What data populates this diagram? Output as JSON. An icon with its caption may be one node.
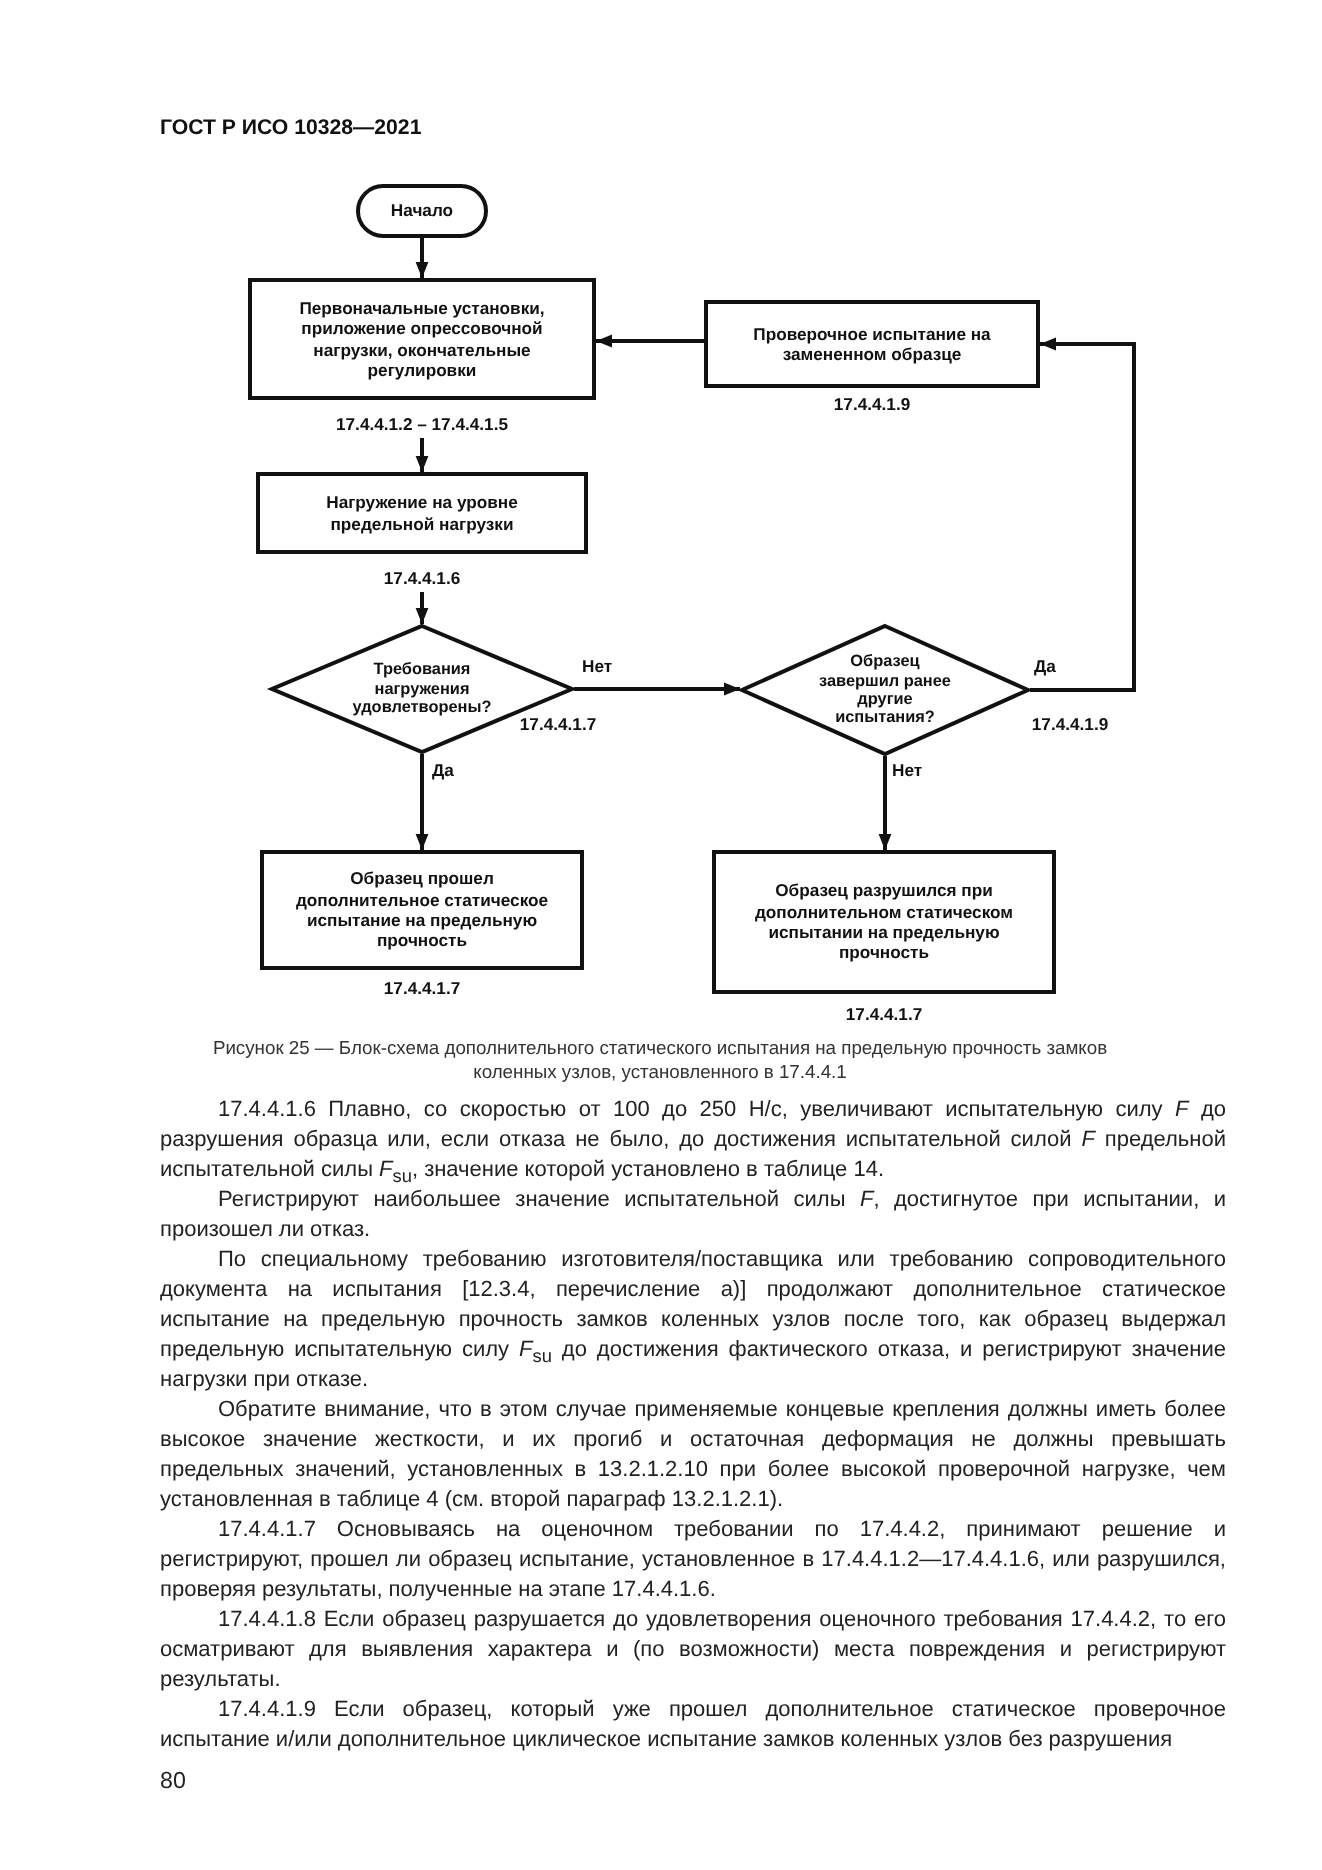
{
  "diagram": {
    "caption": "Рисунок 25 — Блок-схема дополнительного статического испытания на предельную прочность замков коленных узлов, установленного в 17.4.4.1",
    "nodes": [
      {
        "text": [
          "Начало"
        ]
      },
      {
        "text": [
          "Первоначальные установки, приложение опрессовочной нагрузки, окончательные регулировки"
        ],
        "beside": [
          "17.4.4.1.2 – 17.4.4.1.5"
        ]
      },
      {
        "text": [
          "Нагружение на уровне предельной нагрузки"
        ],
        "beside": [
          "17.4.4.1.6"
        ]
      },
      {
        "text": [
          "Требования нагружения удовлетворены?"
        ],
        "beside": [
          "17.4.4.1.7"
        ]
      },
      {
        "text": [
          "Проверочное испытание на замененном образце"
        ],
        "beside": [
          "17.4.4.1.9"
        ]
      },
      {
        "text": [
          "Образец завершил ранее другие испытания?"
        ],
        "beside": [
          "17.4.4.1.9"
        ]
      },
      {
        "text": [
          "Образец прошел дополнительное статическое испытание на предельную прочность"
        ],
        "beside": [
          "17.4.4.1.7"
        ]
      },
      {
        "text": [
          "Образец разрушился при дополнительном статическом испытании на предельную прочность"
        ],
        "beside": [
          "17.4.4.1.7"
        ]
      }
    ],
    "edges": [
      {
        "from": 0,
        "to": 1,
        "arrow": "to"
      },
      {
        "from": 1,
        "to": 2,
        "arrow": "to"
      },
      {
        "from": 2,
        "to": 3,
        "arrow": "to"
      },
      {
        "from": 3,
        "to": 6,
        "arrow": "to",
        "label": "Да"
      },
      {
        "from": 3,
        "to": 5,
        "arrow": "to",
        "label": "Нет"
      },
      {
        "from": 5,
        "to": 4,
        "arrow": "to",
        "label": "Да"
      },
      {
        "from": 4,
        "to": 1,
        "arrow": "to"
      },
      {
        "from": 5,
        "to": 7,
        "arrow": "to",
        "label": "Нет"
      }
    ],
    "labels": [
      "ГОСТ Р ИСО 10328—2021",
      "17.4.4.1.6 Плавно, со скоростью от 100 до 250 Н/с, увеличивают испытательную силу *F* до разрушения образца или, если отказа не было, до достижения испытательной силой *F* предельной испытательной силы *F*$_{su}$, значение которой установлено в таблице 14.",
      "Регистрируют наибольшее значение испытательной силы *F*, достигнутое при испытании, и произошел ли отказ.",
      "По специальному требованию изготовителя/поставщика или требованию сопроводительного документа на испытания [12.3.4, перечисление а)] продолжают дополнительное статическое испытание на предельную прочность замков коленных узлов после того, как образец выдержал предельную испытательную силу *F*$_{su}$ до достижения фактического отказа, и регистрируют значение нагрузки при отказе.",
      "Обратите внимание, что в этом случае применяемые концевые крепления должны иметь более высокое значение жесткости, и их прогиб и остаточная деформация не должны превышать предельных значений, установленных в 13.2.1.2.10 при более высокой проверочной нагрузке, чем установленная в таблице 4 (см. второй параграф 13.2.1.2.1).",
      "17.4.4.1.7 Основываясь на оценочном требовании по 17.4.4.2, принимают решение и регистрируют, прошел ли образец испытание, установленное в 17.4.4.1.2—17.4.4.1.6, или разрушился, проверяя результаты, полученные на этапе 17.4.4.1.6.",
      "17.4.4.1.8 Если образец разрушается до удовлетворения оценочного требования 17.4.4.2, то его осматривают для выявления характера и (по возможности) места повреждения и регистрируют результаты.",
      "17.4.4.1.9 Если образец, который уже прошел дополнительное статическое проверочное испытание и/или дополнительное циклическое испытание замков коленных узлов без разрушения",
      "80"
    ]
  }
}
